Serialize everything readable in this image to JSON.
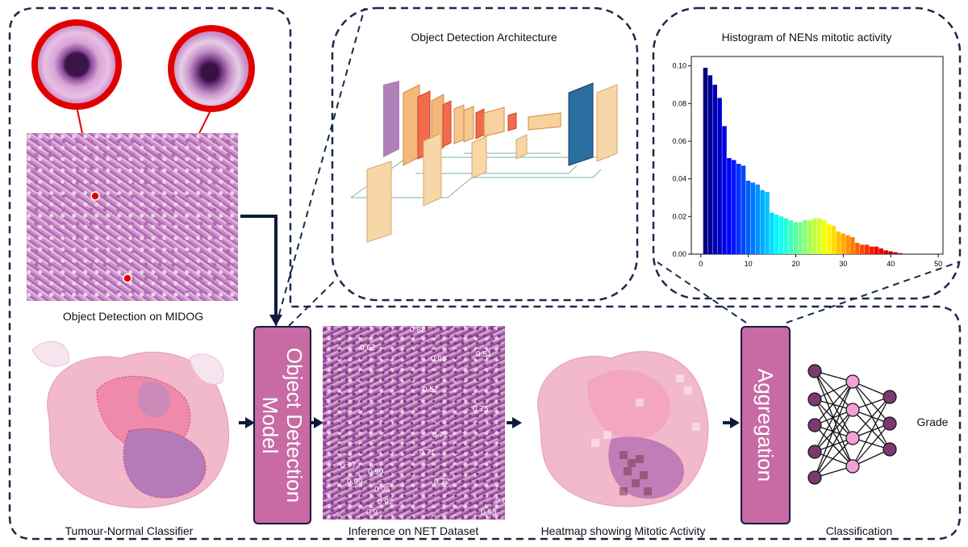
{
  "panels": {
    "object_detection_architecture": {
      "title": "Object Detection Architecture"
    },
    "histogram": {
      "title": "Histogram of NENs mitotic activity"
    }
  },
  "labels": {
    "midog": "Object Detection on MIDOG",
    "tumour_normal": "Tumour-Normal Classifier",
    "inference": "Inference on NET Dataset",
    "heatmap": "Heatmap showing Mitotic Activity",
    "classification": "Classification",
    "grade": "Grade"
  },
  "boxes": {
    "model": "Object Detection Model",
    "aggregation": "Aggregation"
  },
  "inference_probs": [
    "0.62",
    "0.96",
    "0.51",
    "0.57",
    "0.75",
    "0.72",
    "0.71",
    "0.77",
    "0.99",
    "0.99",
    "0.95",
    "0.72",
    "0.92",
    "0.9",
    "0.6",
    "0.98",
    "0.82"
  ],
  "colors": {
    "accent": "#c86aa3",
    "dash": "#1a2a4a",
    "neuron": "#7a3a6e",
    "neuron_mid": "#f2a0d8"
  },
  "chart_data": {
    "type": "bar",
    "title": "Histogram of NENs mitotic activity",
    "xlabel": "",
    "ylabel": "",
    "xlim": [
      -2,
      51
    ],
    "ylim": [
      0,
      0.105
    ],
    "x_ticks": [
      0,
      10,
      20,
      30,
      40,
      50
    ],
    "y_ticks": [
      "0.00",
      "0.02",
      "0.04",
      "0.06",
      "0.08",
      "0.10"
    ],
    "x": [
      1,
      2,
      3,
      4,
      5,
      6,
      7,
      8,
      9,
      10,
      11,
      12,
      13,
      14,
      15,
      16,
      17,
      18,
      19,
      20,
      21,
      22,
      23,
      24,
      25,
      26,
      27,
      28,
      29,
      30,
      31,
      32,
      33,
      34,
      35,
      36,
      37,
      38,
      39,
      40,
      41,
      42
    ],
    "values": [
      0.099,
      0.095,
      0.09,
      0.083,
      0.068,
      0.051,
      0.05,
      0.048,
      0.047,
      0.039,
      0.038,
      0.037,
      0.034,
      0.033,
      0.022,
      0.021,
      0.02,
      0.019,
      0.018,
      0.017,
      0.017,
      0.018,
      0.018,
      0.019,
      0.019,
      0.018,
      0.016,
      0.015,
      0.012,
      0.011,
      0.01,
      0.009,
      0.006,
      0.005,
      0.005,
      0.004,
      0.004,
      0.003,
      0.002,
      0.0015,
      0.001,
      0.0005
    ],
    "grid": false
  }
}
